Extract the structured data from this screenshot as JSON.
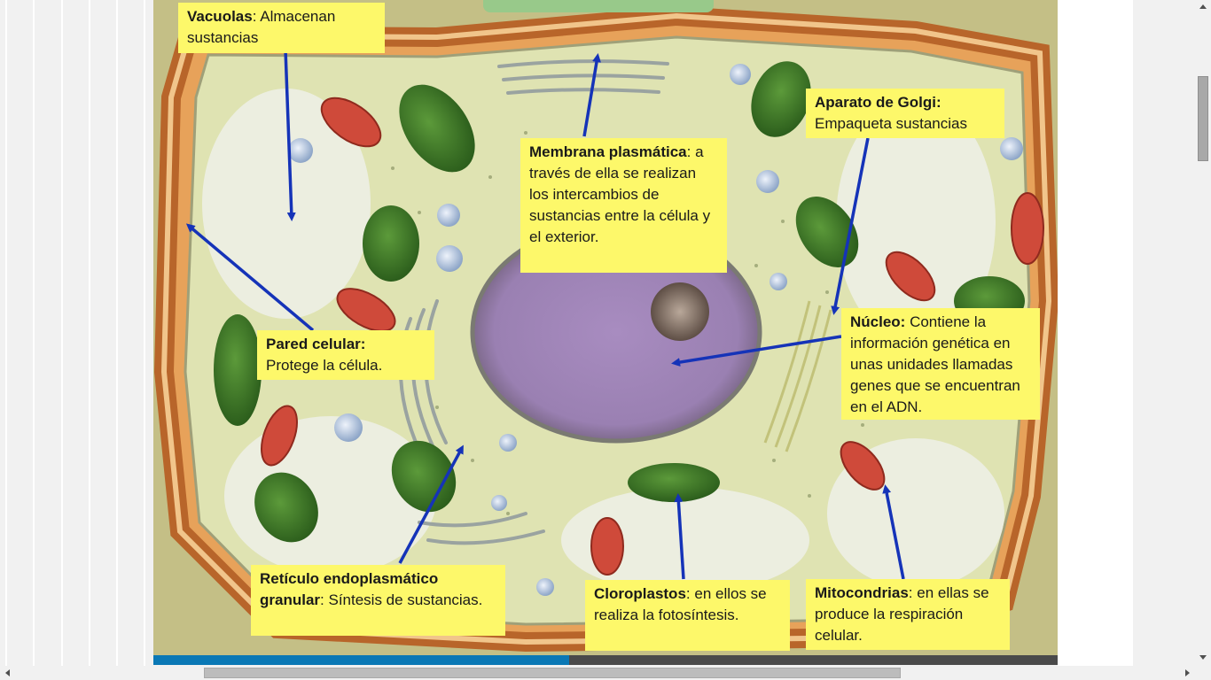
{
  "slide": {
    "title": "Célula vegetal",
    "labels": {
      "vacuolas": {
        "term": "Vacuolas",
        "sep": ":",
        "desc": " Almacenan sustancias"
      },
      "membrana": {
        "term": "Membrana plasmática",
        "sep": ":",
        "desc": " a través de ella se realizan los intercambios de sustancias entre la célula y el exterior."
      },
      "golgi": {
        "term": "Aparato de Golgi:",
        "sep": "",
        "desc": "Empaqueta sustancias"
      },
      "nucleo": {
        "term": "Núcleo:",
        "sep": "",
        "desc": " Contiene la información genética en unas unidades llamadas genes que se encuentran en el ADN."
      },
      "pared": {
        "term": "Pared celular:",
        "sep": "",
        "desc": "Protege la célula."
      },
      "reticulo": {
        "term": "Retículo endoplasmático granular",
        "sep": ":",
        "desc": " Síntesis de sustancias."
      },
      "cloroplastos": {
        "term": "Cloroplastos",
        "sep": ":",
        "desc": " en ellos se realiza la fotosíntesis."
      },
      "mitocondrias": {
        "term": "Mitocondrias",
        "sep": ":",
        "desc": " en ellas se produce la respiración celular."
      }
    }
  },
  "viewer": {
    "progress_percent": 46
  },
  "colors": {
    "label_bg": "#fdf86a",
    "arrow": "#1533b8",
    "progress_fill": "#0a78b5",
    "progress_track": "#4a4a4a",
    "tab_green": "#98c98a"
  },
  "icons": {
    "scroll_up": "triangle-up",
    "scroll_down": "triangle-down",
    "scroll_left": "triangle-left",
    "scroll_right": "triangle-right"
  }
}
